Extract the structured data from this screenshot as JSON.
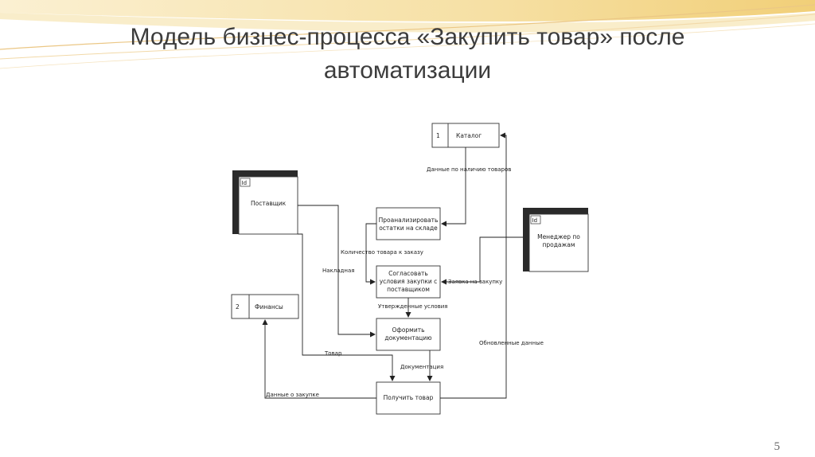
{
  "slide": {
    "title_line1": "Модель бизнес-процесса «Закупить товар» после",
    "title_line2": "автоматизации",
    "page_number": "5"
  },
  "diagram": {
    "catalog": {
      "num": "1",
      "label": "Каталог"
    },
    "finance": {
      "num": "2",
      "label": "Финансы"
    },
    "supplier": {
      "tag": "Id",
      "label": "Поставщик"
    },
    "manager": {
      "tag": "Id",
      "label_line1": "Менеджер по",
      "label_line2": "продажам"
    },
    "proc_analyze": {
      "line1": "Проанализировать",
      "line2": "остатки на складе"
    },
    "proc_agree": {
      "line1": "Согласовать",
      "line2": "условия закупки с",
      "line3": "поставщиком"
    },
    "proc_docs": {
      "line1": "Оформить",
      "line2": "документацию"
    },
    "proc_receive": {
      "line1": "Получить товар"
    },
    "flows": {
      "stock_data": "Данные по наличию товаров",
      "order_qty": "Количество товара к заказу",
      "invoice": "Накладная",
      "purchase_request": "Заявка на закупку",
      "approved_terms": "Утвержденные условия",
      "goods": "Товар",
      "documentation": "Документация",
      "updated_data": "Обновленные данные",
      "purchase_data": "Данные о закупке"
    }
  }
}
